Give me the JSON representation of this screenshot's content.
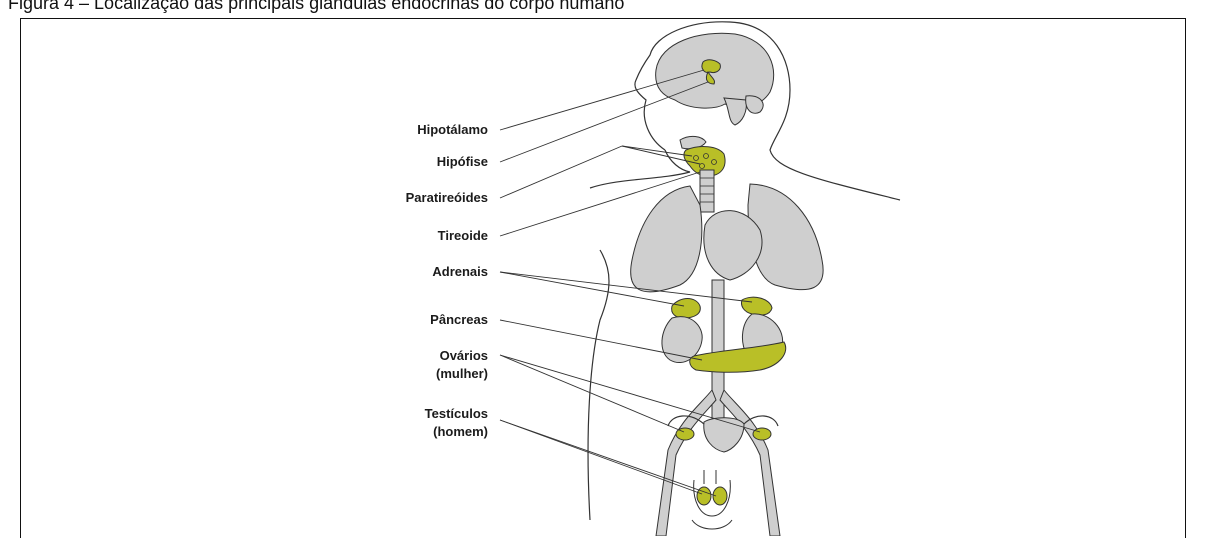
{
  "caption": "Figura 4 – Localização das principais glândulas endócrinas do corpo humano",
  "labels": {
    "hipotalamo": "Hipotálamo",
    "hipofise": "Hipófise",
    "paratireoides": "Paratireóides",
    "tireoide": "Tireoide",
    "adrenais": "Adrenais",
    "pancreas": "Pâncreas",
    "ovarios_1": "Ovários",
    "ovarios_2": "(mulher)",
    "testiculos_1": "Testículos",
    "testiculos_2": "(homem)"
  },
  "colors": {
    "gland": "#b9bf27",
    "organ": "#cfcfcf",
    "line": "#333333"
  }
}
